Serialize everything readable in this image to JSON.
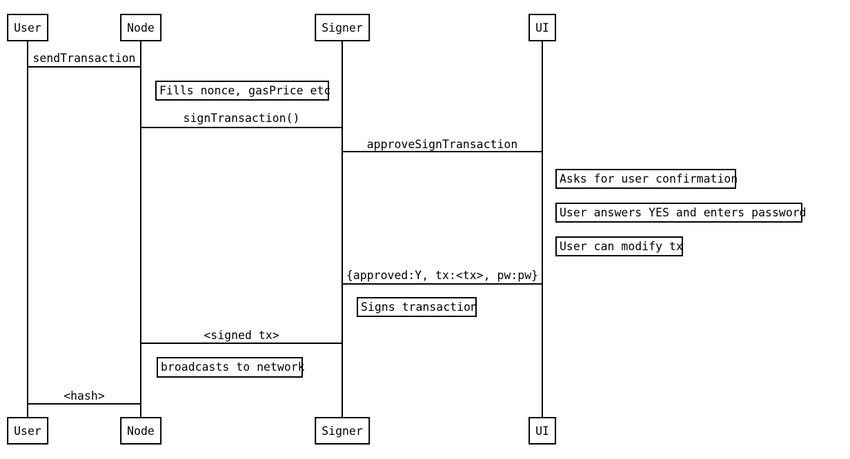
{
  "diagram": {
    "type": "sequence-diagram",
    "background_color": "#ffffff",
    "line_color": "#000000",
    "text_color": "#000000",
    "actors": [
      {
        "name": "User"
      },
      {
        "name": "Node"
      },
      {
        "name": "Signer"
      },
      {
        "name": "UI"
      }
    ],
    "messages": [
      {
        "label": "sendTransaction",
        "from": "User",
        "to": "Node"
      },
      {
        "label": "signTransaction()",
        "from": "Node",
        "to": "Signer"
      },
      {
        "label": "approveSignTransaction",
        "from": "Signer",
        "to": "UI"
      },
      {
        "label": "{approved:Y, tx:<tx>, pw:pw}",
        "from": "UI",
        "to": "Signer"
      },
      {
        "label": "<signed tx>",
        "from": "Signer",
        "to": "Node"
      },
      {
        "label": "<hash>",
        "from": "Node",
        "to": "User"
      }
    ],
    "notes": [
      {
        "text": "Fills nonce, gasPrice etc",
        "actor": "Node"
      },
      {
        "text": "Asks for user confirmation",
        "actor": "UI"
      },
      {
        "text": "User answers YES and enters password",
        "actor": "UI"
      },
      {
        "text": "User can modify tx",
        "actor": "UI"
      },
      {
        "text": "Signs transaction",
        "actor": "Signer"
      },
      {
        "text": "broadcasts to network",
        "actor": "Node"
      }
    ]
  }
}
